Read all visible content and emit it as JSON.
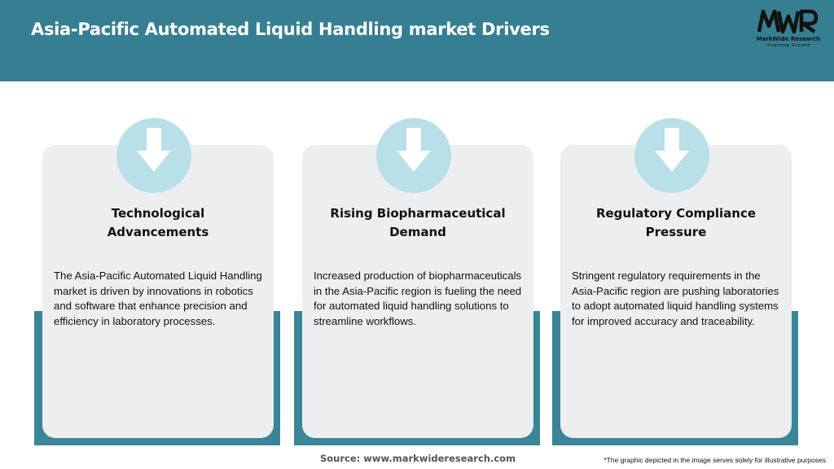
{
  "header": {
    "title": "Asia-Pacific Automated Liquid Handling market Drivers"
  },
  "logo": {
    "mark": "MWR",
    "name": "MarkWide Research",
    "tagline": "Inspiring Growth"
  },
  "cards": [
    {
      "icon": "arrow-down-icon",
      "title": "Technological Advancements",
      "body": "The Asia-Pacific Automated Liquid Handling market is driven by innovations in robotics and software that enhance precision and efficiency in laboratory processes."
    },
    {
      "icon": "arrow-down-icon",
      "title": "Rising Biopharmaceutical Demand",
      "body": "Increased production of biopharmaceuticals in the Asia-Pacific region is fueling the need for automated liquid handling solutions to streamline workflows."
    },
    {
      "icon": "arrow-down-icon",
      "title": "Regulatory Compliance Pressure",
      "body": "Stringent regulatory requirements in the Asia-Pacific region are pushing laboratories to adopt automated liquid handling systems for improved accuracy and traceability."
    }
  ],
  "footer": {
    "source": "Source: www.markwideresearch.com",
    "disclaimer": "*The graphic depicted in the image serves solely for illustrative purposes"
  },
  "colors": {
    "header_bg": "#367f93",
    "accent": "#3a8597",
    "card_bg": "#eceef0",
    "icon_circle": "#b9dfe9"
  }
}
